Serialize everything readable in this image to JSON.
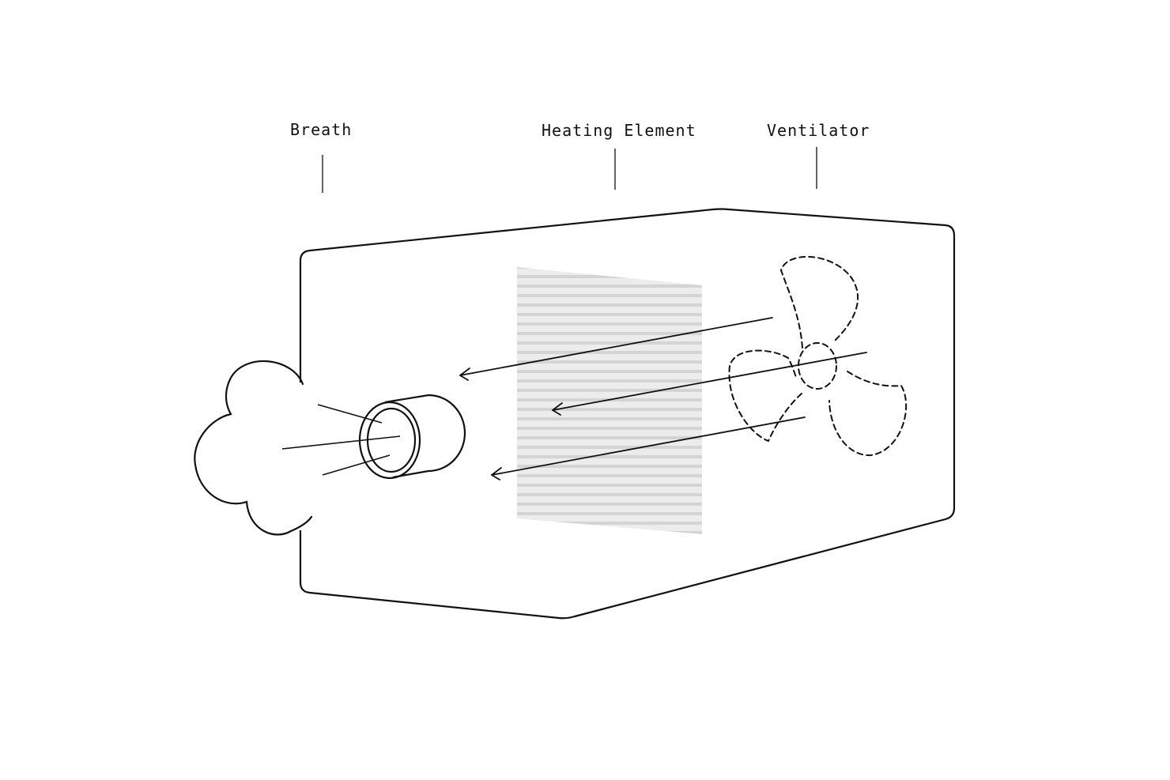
{
  "labels": {
    "breath": "Breath",
    "heating_element": "Heating Element",
    "ventilator": "Ventilator"
  },
  "colors": {
    "stroke": "#111111",
    "heater_fill": "#ececec",
    "heater_stripes": "#d4d4d4",
    "background": "#ffffff"
  },
  "components": [
    {
      "name": "breath-cloud",
      "icon": "cloud-icon"
    },
    {
      "name": "nozzle",
      "icon": "cylinder-icon"
    },
    {
      "name": "heating-element",
      "icon": "heater-grid-icon"
    },
    {
      "name": "ventilator",
      "icon": "fan-icon"
    }
  ]
}
